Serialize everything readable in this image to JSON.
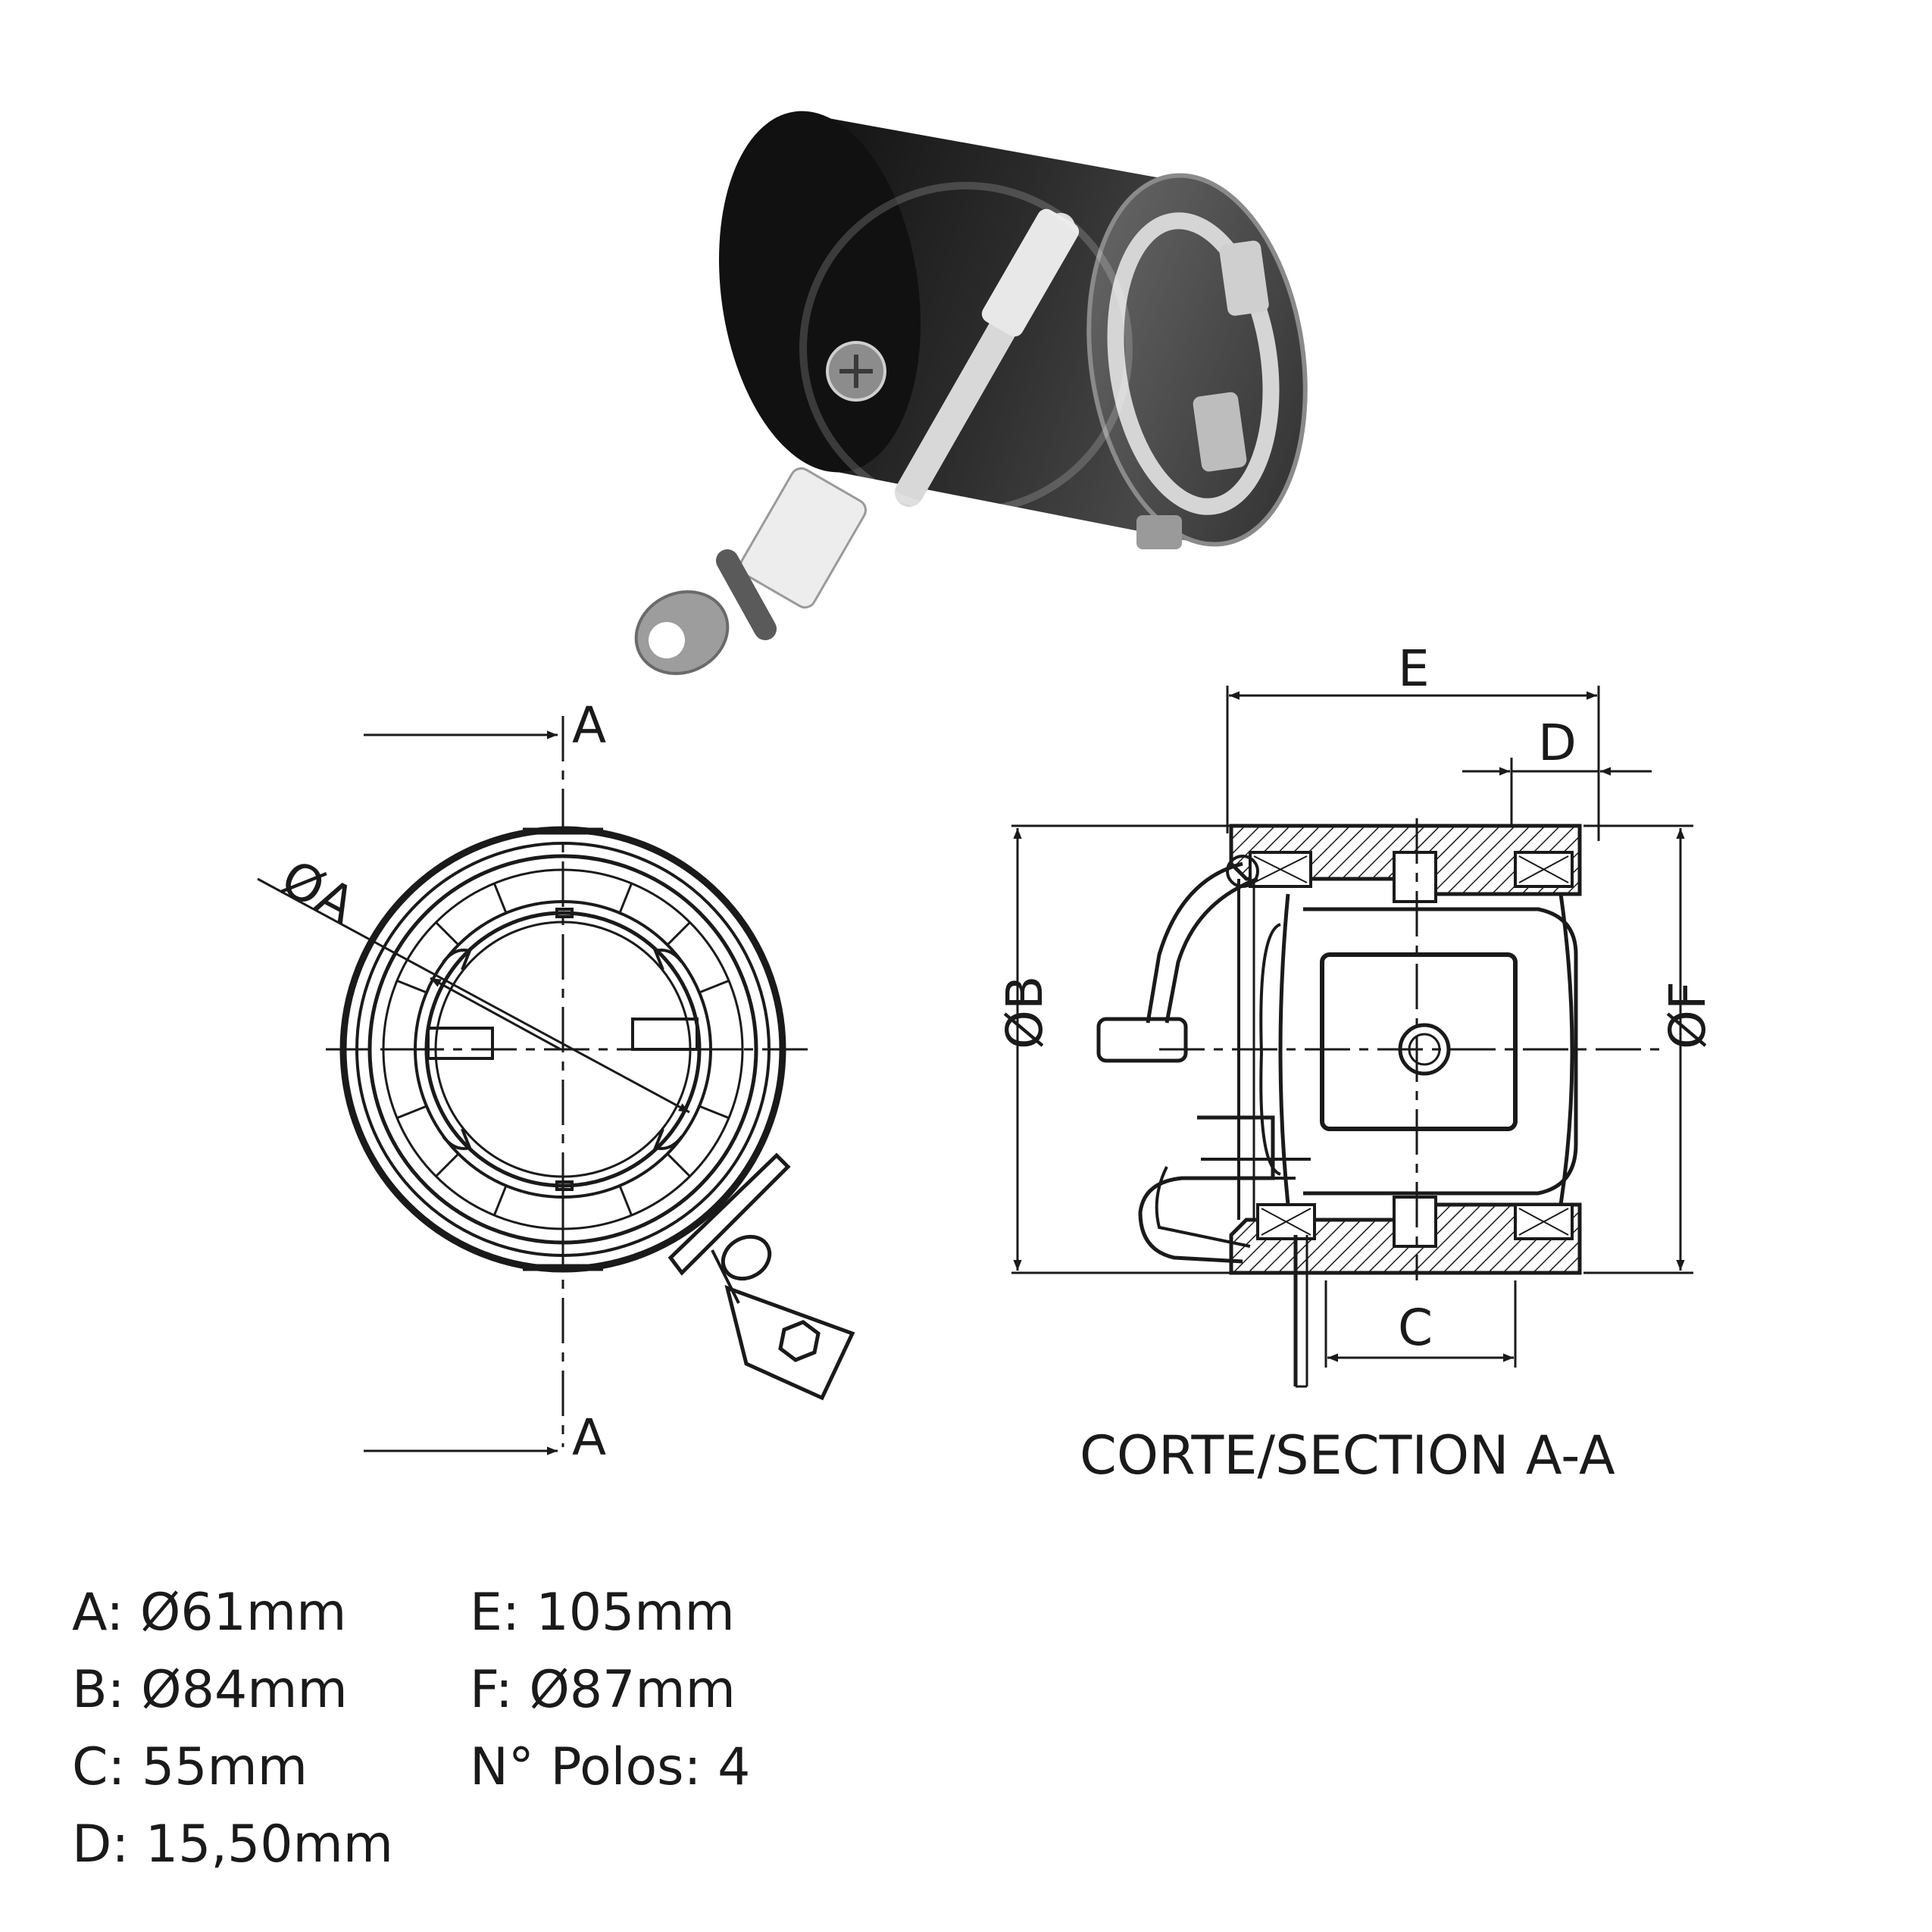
{
  "labels": {
    "section_a_top": "A",
    "section_a_bottom": "A",
    "diameter_a": "ØA",
    "diameter_b": "ØB",
    "diameter_f": "ØF",
    "dim_c": "C",
    "dim_d": "D",
    "dim_e": "E"
  },
  "section_title": "CORTE/SECTION  A-A",
  "specs": {
    "left": [
      "A: Ø61mm",
      "B: Ø84mm",
      "C: 55mm",
      "D: 15,50mm"
    ],
    "right": [
      "E: 105mm",
      "F: Ø87mm",
      "N° Polos: 4"
    ]
  }
}
